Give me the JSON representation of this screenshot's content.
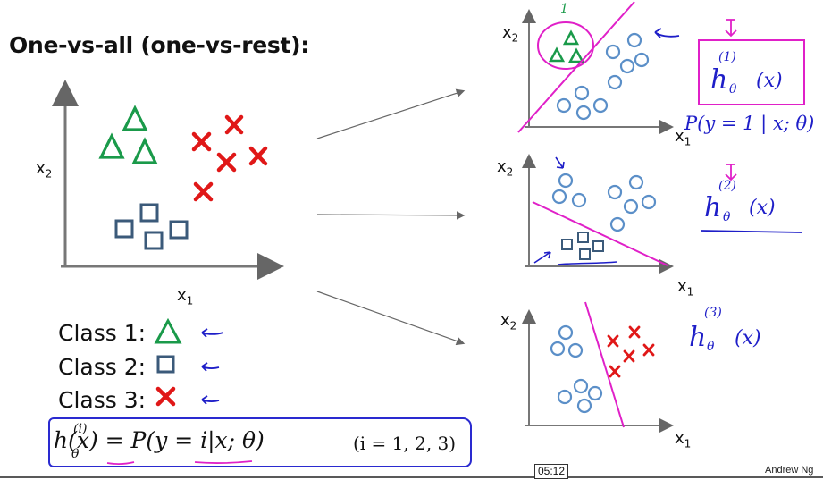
{
  "slide": {
    "title": "One-vs-all (one-vs-rest):",
    "author": "Andrew Ng",
    "timestamp": "05:12"
  },
  "main_plot": {
    "x_label": "x",
    "x_sub": "1",
    "y_label": "x",
    "y_sub": "2"
  },
  "panels": [
    {
      "x_label": "x",
      "x_sub": "1",
      "y_label": "x",
      "y_sub": "2",
      "hand_formula": "h",
      "hand_theta": "θ",
      "hand_sup": "(1)",
      "hand_arg": "(x)",
      "hand_prob": "P(y = 1 | x; θ)",
      "hand_count": "1"
    },
    {
      "x_label": "x",
      "x_sub": "1",
      "y_label": "x",
      "y_sub": "2",
      "hand_formula": "h",
      "hand_theta": "θ",
      "hand_sup": "(2)",
      "hand_arg": "(x)"
    },
    {
      "x_label": "x",
      "x_sub": "1",
      "y_label": "x",
      "y_sub": "2",
      "hand_formula": "h",
      "hand_theta": "θ",
      "hand_sup": "(3)",
      "hand_arg": "(x)"
    }
  ],
  "legend": [
    {
      "label": "Class 1:",
      "symbol": "triangle",
      "color": "#1a9a4a"
    },
    {
      "label": "Class 2:",
      "symbol": "square",
      "color": "#3b5a7a"
    },
    {
      "label": "Class 3:",
      "symbol": "cross",
      "color": "#e01818"
    }
  ],
  "formula": {
    "main": "h(x) = P(y = i|x; θ)",
    "sup": "(i)",
    "sub": "θ",
    "indices": "(i = 1, 2, 3)"
  },
  "colors": {
    "triangle": "#1a9a4a",
    "square": "#3b5a7a",
    "cross": "#e01818",
    "circle": "#5b8fc8",
    "boundary": "#e020c8",
    "ink": "#1e1ec8"
  }
}
